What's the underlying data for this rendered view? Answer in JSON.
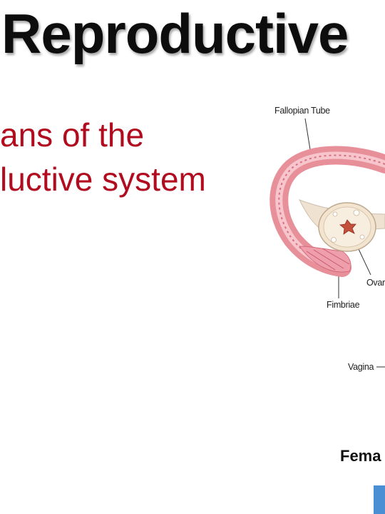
{
  "slide": {
    "title": "Reproductive",
    "subtitle_line1": "ans of the",
    "subtitle_line2": "luctive system"
  },
  "diagram": {
    "labels": {
      "fallopian_tube": "Fallopian Tube",
      "ovary": "Ovary",
      "fimbriae": "Fimbriae",
      "vagina": "Vagina"
    }
  },
  "caption": {
    "text": "Fema"
  },
  "colors": {
    "title": "#0d0d0d",
    "subtitle": "#b00b1e",
    "tube_pink": "#e8909a",
    "ovary_cream": "#f3e4cf",
    "accent_box": "#4a8fd4"
  }
}
